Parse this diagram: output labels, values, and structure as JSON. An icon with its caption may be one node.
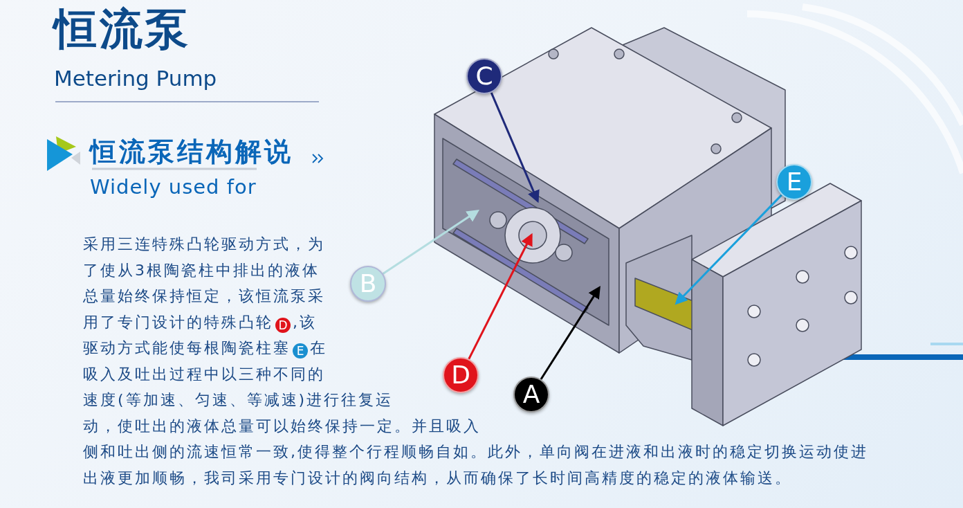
{
  "diagram": {
    "title": "恒流泵",
    "nodes": [
      {
        "text": [
          "C"
        ]
      },
      {
        "text": [
          "E"
        ]
      },
      {
        "text": [
          "B"
        ]
      },
      {
        "text": [
          "D"
        ]
      },
      {
        "text": [
          "A"
        ]
      }
    ],
    "edges": [
      {
        "from": 0,
        "to": null,
        "arrow": "to",
        "color": "#1f2a7a"
      },
      {
        "from": 1,
        "to": null,
        "arrow": "to",
        "color": "#1aa0dc"
      },
      {
        "from": 2,
        "to": null,
        "arrow": "to",
        "color": "#b4dde0"
      },
      {
        "from": 3,
        "to": null,
        "arrow": "to",
        "color": "#e0141c"
      },
      {
        "from": 4,
        "to": null,
        "arrow": "to",
        "color": "#000000"
      }
    ],
    "labels": [
      "Metering Pump",
      "恒流泵结构解说",
      "Widely used for",
      "采用三连特殊凸轮驱动方式，为了使从3根陶瓷柱中排出的液体总量始终保持恒定，该恒流泵采用了专门设计的特殊凸轮",
      "D",
      ",该驱动方式能使每根陶瓷柱塞",
      "E",
      "在吸入及吐出过程中以三种不同的速度(等加速、匀速、等减速)进行往复运动，使吐出的液体总量可以始终保持一定。并且吸入侧和吐出侧的流速恒常一致,使得整个行程顺畅自如。此外，单向阀在进液和出液时的稳定切换运动使进出液更加顺畅，我司采用专门设计的阀向结构，从而确保了长时间高精度的稳定的液体输送。"
    ]
  }
}
